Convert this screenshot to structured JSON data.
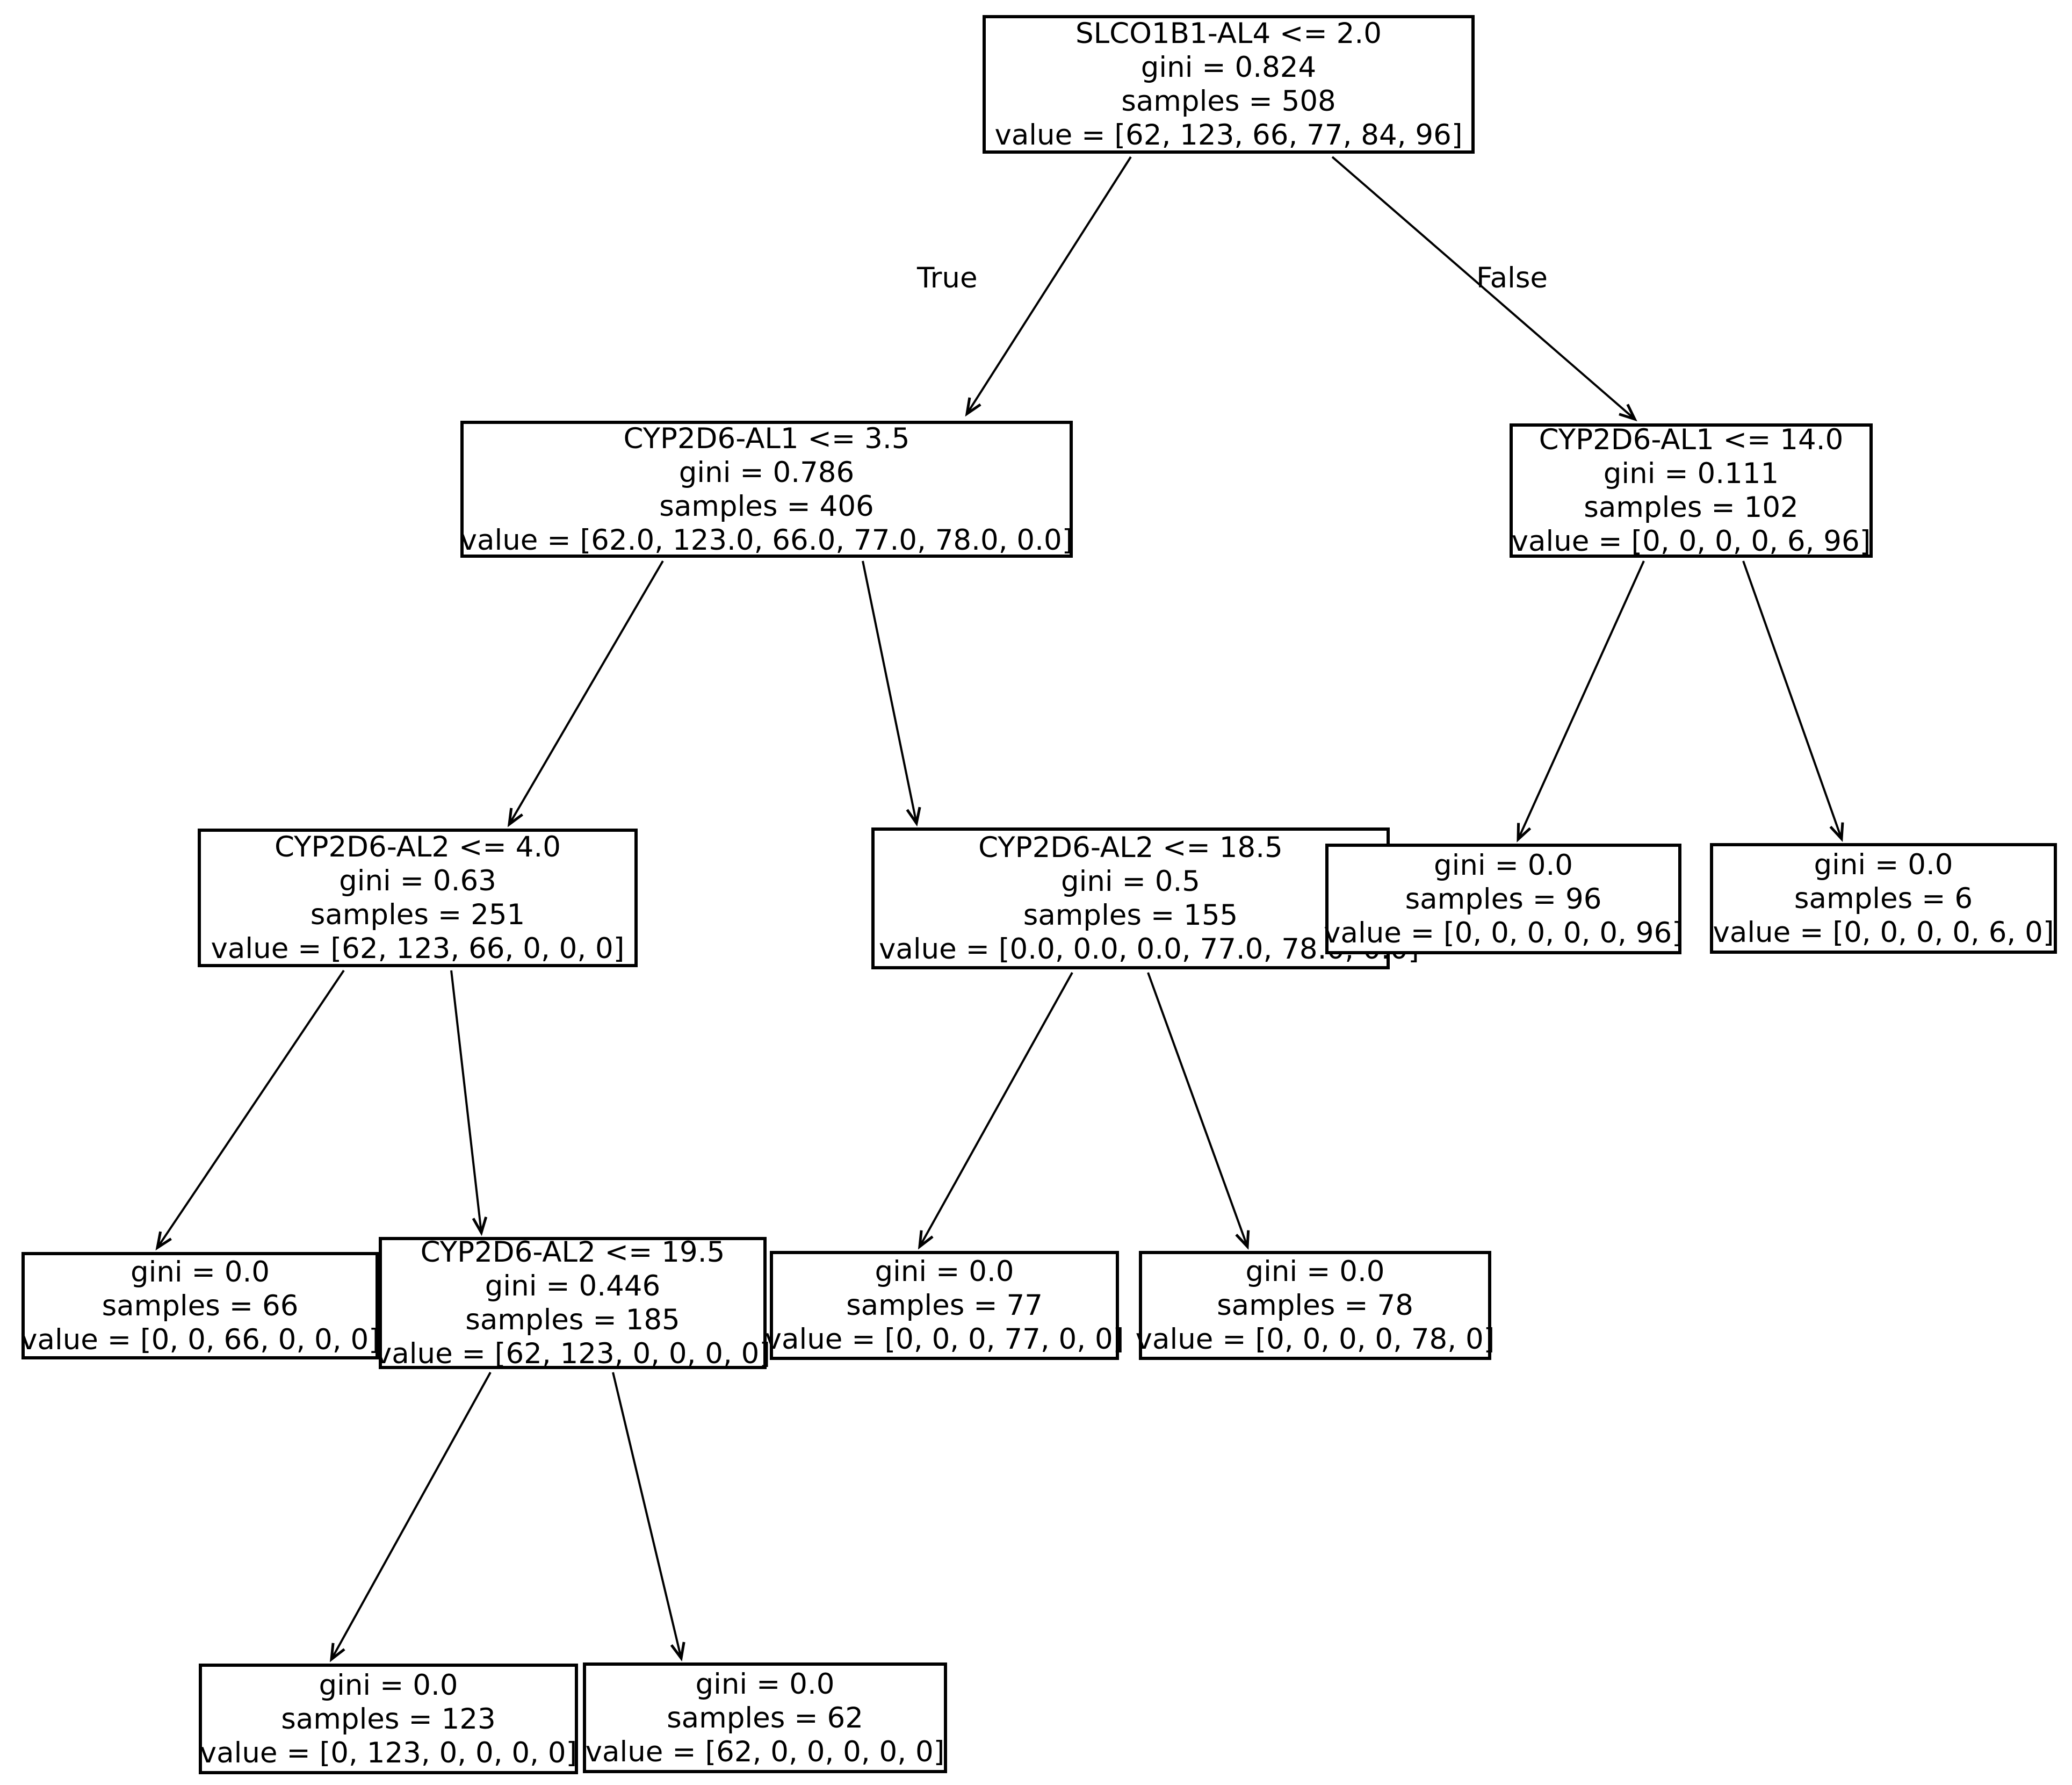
{
  "figure": {
    "background_color": "#ffffff",
    "box_border_color": "#000000",
    "text_color": "#000000",
    "type": "decision-tree"
  },
  "edge_labels": {
    "true": "True",
    "false": "False"
  },
  "nodes": {
    "n0": {
      "condition": "SLCO1B1-AL4 <= 2.0",
      "gini": "gini = 0.824",
      "samples": "samples = 508",
      "value": "value = [62, 123, 66, 77, 84, 96]"
    },
    "n1": {
      "condition": "CYP2D6-AL1 <= 3.5",
      "gini": "gini = 0.786",
      "samples": "samples = 406",
      "value": "value = [62.0, 123.0, 66.0, 77.0, 78.0, 0.0]"
    },
    "n2": {
      "condition": "CYP2D6-AL1 <= 14.0",
      "gini": "gini = 0.111",
      "samples": "samples = 102",
      "value": "value = [0, 0, 0, 0, 6, 96]"
    },
    "n3": {
      "condition": "CYP2D6-AL2 <= 4.0",
      "gini": "gini = 0.63",
      "samples": "samples = 251",
      "value": "value = [62, 123, 66, 0, 0, 0]"
    },
    "n4": {
      "condition": "CYP2D6-AL2 <= 18.5",
      "gini": "gini = 0.5",
      "samples": "samples = 155",
      "value": "value = [0.0, 0.0, 0.0, 77.0, 78.0, 0.0]"
    },
    "n5": {
      "gini": "gini = 0.0",
      "samples": "samples = 96",
      "value": "value = [0, 0, 0, 0, 0, 96]"
    },
    "n6": {
      "gini": "gini = 0.0",
      "samples": "samples = 6",
      "value": "value = [0, 0, 0, 0, 6, 0]"
    },
    "n7": {
      "gini": "gini = 0.0",
      "samples": "samples = 66",
      "value": "value = [0, 0, 66, 0, 0, 0]"
    },
    "n8": {
      "condition": "CYP2D6-AL2 <= 19.5",
      "gini": "gini = 0.446",
      "samples": "samples = 185",
      "value": "value = [62, 123, 0, 0, 0, 0]"
    },
    "n9": {
      "gini": "gini = 0.0",
      "samples": "samples = 77",
      "value": "value = [0, 0, 0, 77, 0, 0]"
    },
    "n10": {
      "gini": "gini = 0.0",
      "samples": "samples = 78",
      "value": "value = [0, 0, 0, 0, 78, 0]"
    },
    "n11": {
      "gini": "gini = 0.0",
      "samples": "samples = 123",
      "value": "value = [0, 123, 0, 0, 0, 0]"
    },
    "n12": {
      "gini": "gini = 0.0",
      "samples": "samples = 62",
      "value": "value = [62, 0, 0, 0, 0, 0]"
    }
  },
  "tree": {
    "edges": [
      {
        "from": "n0",
        "to": "n1",
        "label": "True"
      },
      {
        "from": "n0",
        "to": "n2",
        "label": "False"
      },
      {
        "from": "n1",
        "to": "n3",
        "label": ""
      },
      {
        "from": "n1",
        "to": "n4",
        "label": ""
      },
      {
        "from": "n2",
        "to": "n5",
        "label": ""
      },
      {
        "from": "n2",
        "to": "n6",
        "label": ""
      },
      {
        "from": "n3",
        "to": "n7",
        "label": ""
      },
      {
        "from": "n3",
        "to": "n8",
        "label": ""
      },
      {
        "from": "n4",
        "to": "n9",
        "label": ""
      },
      {
        "from": "n4",
        "to": "n10",
        "label": ""
      },
      {
        "from": "n8",
        "to": "n11",
        "label": ""
      },
      {
        "from": "n8",
        "to": "n12",
        "label": ""
      }
    ]
  }
}
